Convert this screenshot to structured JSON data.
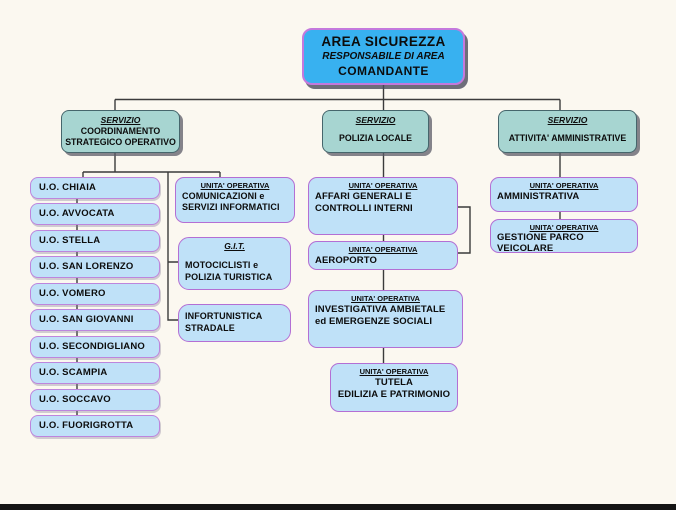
{
  "colors": {
    "background": "#FBF8F0",
    "root_fill": "#38B1F0",
    "root_border": "#C479DD",
    "service_fill": "#A7D5D1",
    "service_border": "#46666C",
    "unit_fill": "#BFE1F8",
    "unit_border": "#B36FD4",
    "connector_line": "#3B3B3B",
    "footer_bar": "#151515"
  },
  "root": {
    "title": "AREA SICUREZZA",
    "subtitle": "RESPONSABILE DI AREA",
    "role": "COMANDANTE"
  },
  "services": {
    "coordinamento": {
      "header": "SERVIZIO",
      "name": "COORDINAMENTO\nSTRATEGICO OPERATIVO"
    },
    "polizia_locale": {
      "header": "SERVIZIO",
      "name": "POLIZIA LOCALE"
    },
    "attivita_amministrative": {
      "header": "SERVIZIO",
      "name": "ATTIVITA' AMMINISTRATIVE"
    }
  },
  "uo": {
    "items": [
      "U.O. CHIAIA",
      "U.O. AVVOCATA",
      "U.O. STELLA",
      "U.O. SAN LORENZO",
      "U.O. VOMERO",
      "U.O. SAN GIOVANNI",
      "U.O. SECONDIGLIANO",
      "U.O. SCAMPIA",
      "U.O. SOCCAVO",
      "U.O. FUORIGROTTA"
    ]
  },
  "units": {
    "comunicazioni": {
      "header": "UNITA' OPERATIVA",
      "name": "COMUNICAZIONI e\nSERVIZI INFORMATICI"
    },
    "git": {
      "header": "G.I.T.",
      "name": "MOTOCICLISTI e\nPOLIZIA TURISTICA"
    },
    "infortunistica": {
      "name": "INFORTUNISTICA\nSTRADALE"
    },
    "affari_generali": {
      "header": "UNITA' OPERATIVA",
      "name": "AFFARI GENERALI E\nCONTROLLI INTERNI"
    },
    "aeroporto": {
      "header": "UNITA' OPERATIVA",
      "name": "AEROPORTO"
    },
    "investigativa": {
      "header": "UNITA' OPERATIVA",
      "name": "INVESTIGATIVA AMBIETALE\ned EMERGENZE SOCIALI"
    },
    "tutela": {
      "header": "UNITA' OPERATIVA",
      "name": "TUTELA\nEDILIZIA E PATRIMONIO"
    },
    "amministrativa": {
      "header": "UNITA' OPERATIVA",
      "name": "AMMINISTRATIVA"
    },
    "gestione_parco": {
      "header": "UNITA' OPERATIVA",
      "name": "GESTIONE PARCO\nVEICOLARE"
    }
  }
}
